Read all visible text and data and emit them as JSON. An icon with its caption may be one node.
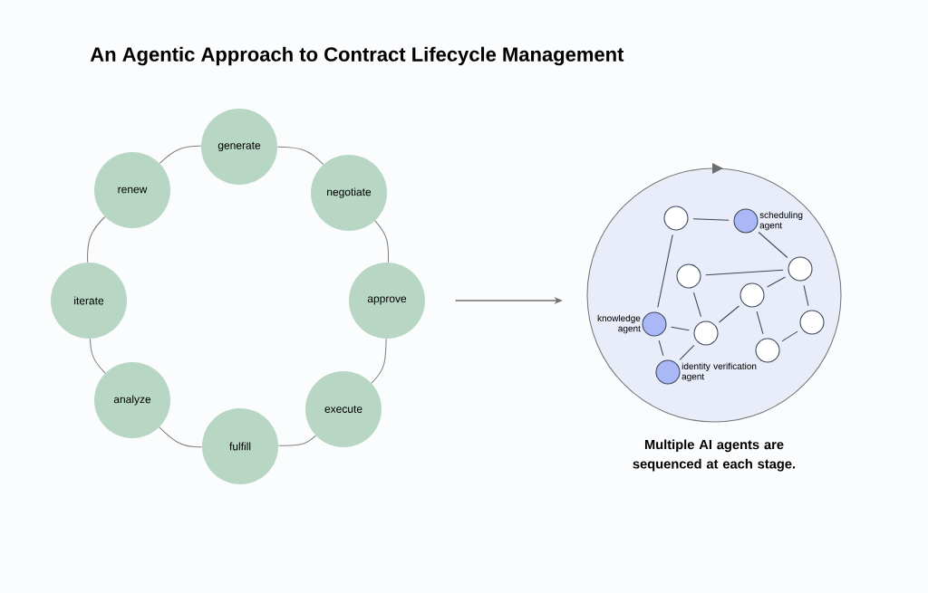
{
  "diagram": {
    "title": "An Agentic Approach to Contract Lifecycle Management",
    "nodes": [
      {
        "text": [
          "generate"
        ]
      },
      {
        "text": [
          "negotiate"
        ]
      },
      {
        "text": [
          "approve"
        ]
      },
      {
        "text": [
          "execute"
        ]
      },
      {
        "text": [
          "fulfill"
        ]
      },
      {
        "text": [
          "analyze"
        ]
      },
      {
        "text": [
          "iterate"
        ]
      },
      {
        "text": [
          "renew"
        ]
      },
      {
        "text": [],
        "shape": "circle",
        "beside": [
          "Multiple AI agents are sequenced at each stage."
        ]
      },
      {
        "text": [],
        "shape": "circle",
        "in": 8
      },
      {
        "text": [
          "scheduling agent"
        ],
        "in": 8
      },
      {
        "text": [],
        "shape": "circle",
        "in": 8
      },
      {
        "text": [],
        "shape": "circle",
        "in": 8
      },
      {
        "text": [],
        "shape": "circle",
        "in": 8
      },
      {
        "text": [
          "knowledge agent"
        ],
        "in": 8
      },
      {
        "text": [],
        "shape": "circle",
        "in": 8
      },
      {
        "text": [],
        "shape": "circle",
        "in": 8
      },
      {
        "text": [],
        "shape": "circle",
        "in": 8
      },
      {
        "text": [
          "identity verification agent"
        ],
        "in": 8
      }
    ],
    "edges": [
      {
        "from": 0,
        "to": 1,
        "arrow": "none"
      },
      {
        "from": 1,
        "to": 2,
        "arrow": "none"
      },
      {
        "from": 2,
        "to": 3,
        "arrow": "none"
      },
      {
        "from": 3,
        "to": 4,
        "arrow": "none"
      },
      {
        "from": 4,
        "to": 5,
        "arrow": "none"
      },
      {
        "from": 5,
        "to": 6,
        "arrow": "none"
      },
      {
        "from": 6,
        "to": 7,
        "arrow": "none"
      },
      {
        "from": 7,
        "to": 0,
        "arrow": "none"
      },
      {
        "from": 2,
        "to": 8,
        "arrow": "to"
      },
      {
        "from": 9,
        "to": 10,
        "arrow": "none"
      },
      {
        "from": 9,
        "to": 14,
        "arrow": "none"
      },
      {
        "from": 10,
        "to": 11,
        "arrow": "none"
      },
      {
        "from": 12,
        "to": 11,
        "arrow": "none"
      },
      {
        "from": 12,
        "to": 16,
        "arrow": "none"
      },
      {
        "from": 13,
        "to": 11,
        "arrow": "none"
      },
      {
        "from": 13,
        "to": 16,
        "arrow": "none"
      },
      {
        "from": 13,
        "to": 17,
        "arrow": "none"
      },
      {
        "from": 17,
        "to": 15,
        "arrow": "none"
      },
      {
        "from": 15,
        "to": 11,
        "arrow": "none"
      },
      {
        "from": 14,
        "to": 16,
        "arrow": "none"
      },
      {
        "from": 14,
        "to": 18,
        "arrow": "none"
      },
      {
        "from": 18,
        "to": 16,
        "arrow": "none"
      }
    ]
  }
}
